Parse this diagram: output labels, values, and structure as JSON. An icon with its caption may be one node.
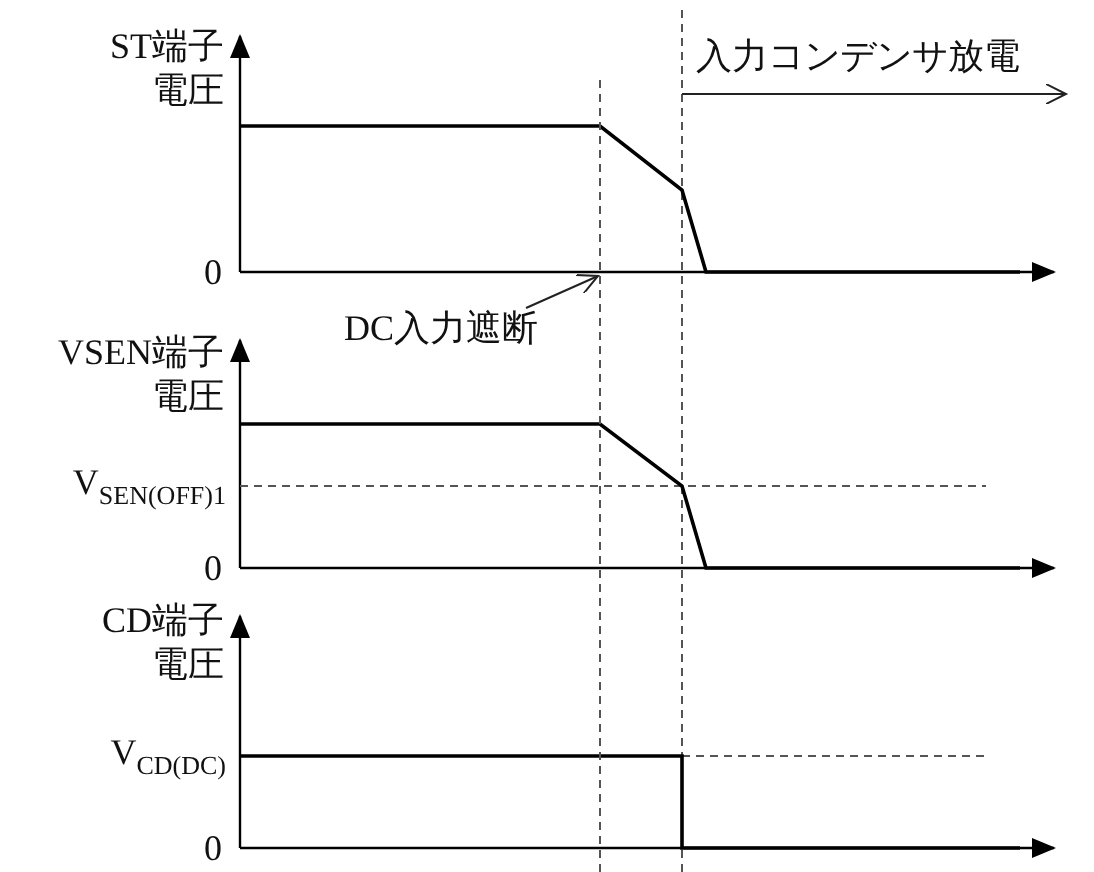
{
  "diagram": {
    "nodes": [
      {
        "text": [
          "DC入力遮断"
        ]
      },
      {
        "text": [],
        "shape": "line"
      }
    ],
    "edges": [
      {
        "from": 0,
        "to": 1,
        "arrow": "to"
      }
    ],
    "labels": [
      "ST端子電圧",
      "入力コンデンサ放電",
      "0",
      "VSEN端子電圧",
      "V$_{SEN(OFF)1}$",
      "0",
      "CD端子電圧",
      "V$_{CD(DC)}$",
      "0"
    ]
  }
}
